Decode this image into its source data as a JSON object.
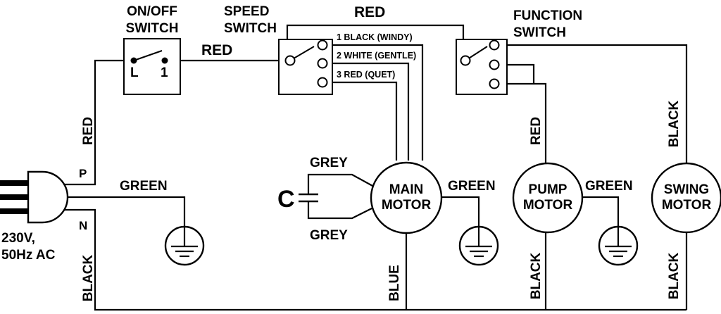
{
  "plug": {
    "supply_line1": "230V,",
    "supply_line2": "50Hz AC",
    "p_label": "P",
    "n_label": "N"
  },
  "onoff_switch": {
    "title_line1": "ON/OFF",
    "title_line2": "SWITCH",
    "term_l": "L",
    "term_1": "1"
  },
  "speed_switch": {
    "title_line1": "SPEED",
    "title_line2": "SWITCH",
    "positions": [
      "1 BLACK (WINDY)",
      "2 WHITE (GENTLE)",
      "3 RED (QUET)"
    ]
  },
  "function_switch": {
    "title_line1": "FUNCTION",
    "title_line2": "SWITCH"
  },
  "capacitor": {
    "label": "C",
    "wire_top": "GREY",
    "wire_bottom": "GREY"
  },
  "motors": {
    "main": {
      "line1": "MAIN",
      "line2": "MOTOR"
    },
    "pump": {
      "line1": "PUMP",
      "line2": "MOTOR"
    },
    "swing": {
      "line1": "SWING",
      "line2": "MOTOR"
    }
  },
  "wire_labels": {
    "red_plug": "RED",
    "black_plug": "BLACK",
    "red_onoff_speed": "RED",
    "red_top": "RED",
    "green_plug": "GREEN",
    "green_main": "GREEN",
    "green_pump": "GREEN",
    "blue_main": "BLUE",
    "red_pump": "RED",
    "black_pump": "BLACK",
    "black_swing_top": "BLACK",
    "black_swing_bottom": "BLACK"
  }
}
